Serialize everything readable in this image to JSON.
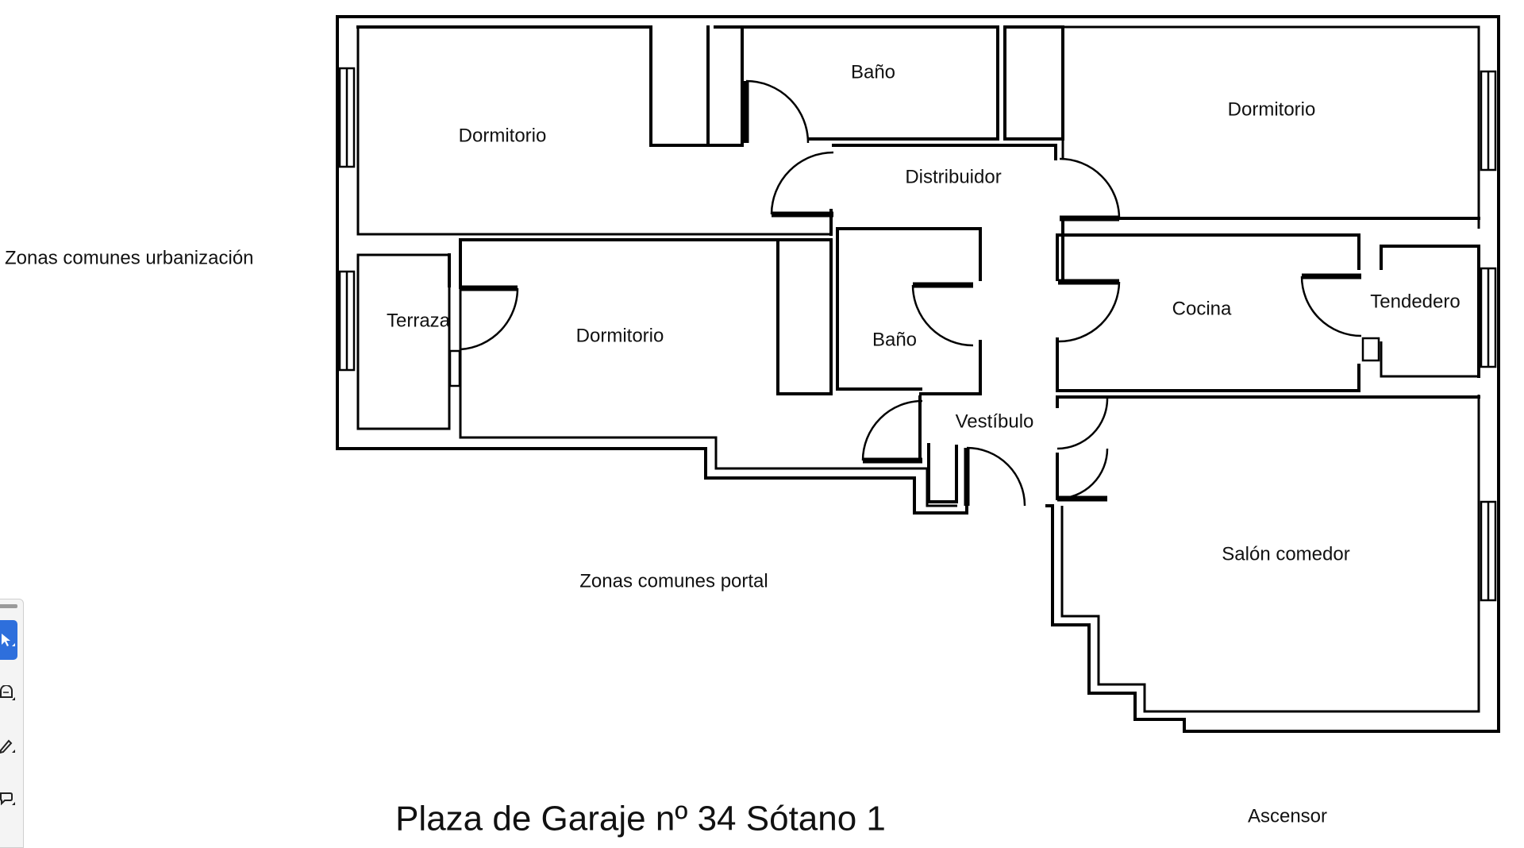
{
  "rooms": {
    "dormitorio_1": "Dormitorio",
    "bano_1": "Baño",
    "dormitorio_2": "Dormitorio",
    "distribuidor": "Distribuidor",
    "terraza": "Terraza",
    "dormitorio_3": "Dormitorio",
    "bano_2": "Baño",
    "cocina": "Cocina",
    "tendedero": "Tendedero",
    "vestibulo": "Vestíbulo",
    "salon_comedor": "Salón comedor"
  },
  "areas": {
    "zonas_comunes_urbanizacion": "Zonas comunes urbanización",
    "zonas_comunes_portal": "Zonas comunes portal",
    "ascensor": "Ascensor"
  },
  "garage_title": "Plaza de Garaje nº 34 Sótano 1",
  "toolbar": {
    "tools": [
      {
        "icon": "select-arrow-icon",
        "active": true
      },
      {
        "icon": "shape-icon",
        "active": false
      },
      {
        "icon": "pen-icon",
        "active": false
      },
      {
        "icon": "comment-icon",
        "active": false
      }
    ],
    "accent_color": "#2e6fdc"
  }
}
